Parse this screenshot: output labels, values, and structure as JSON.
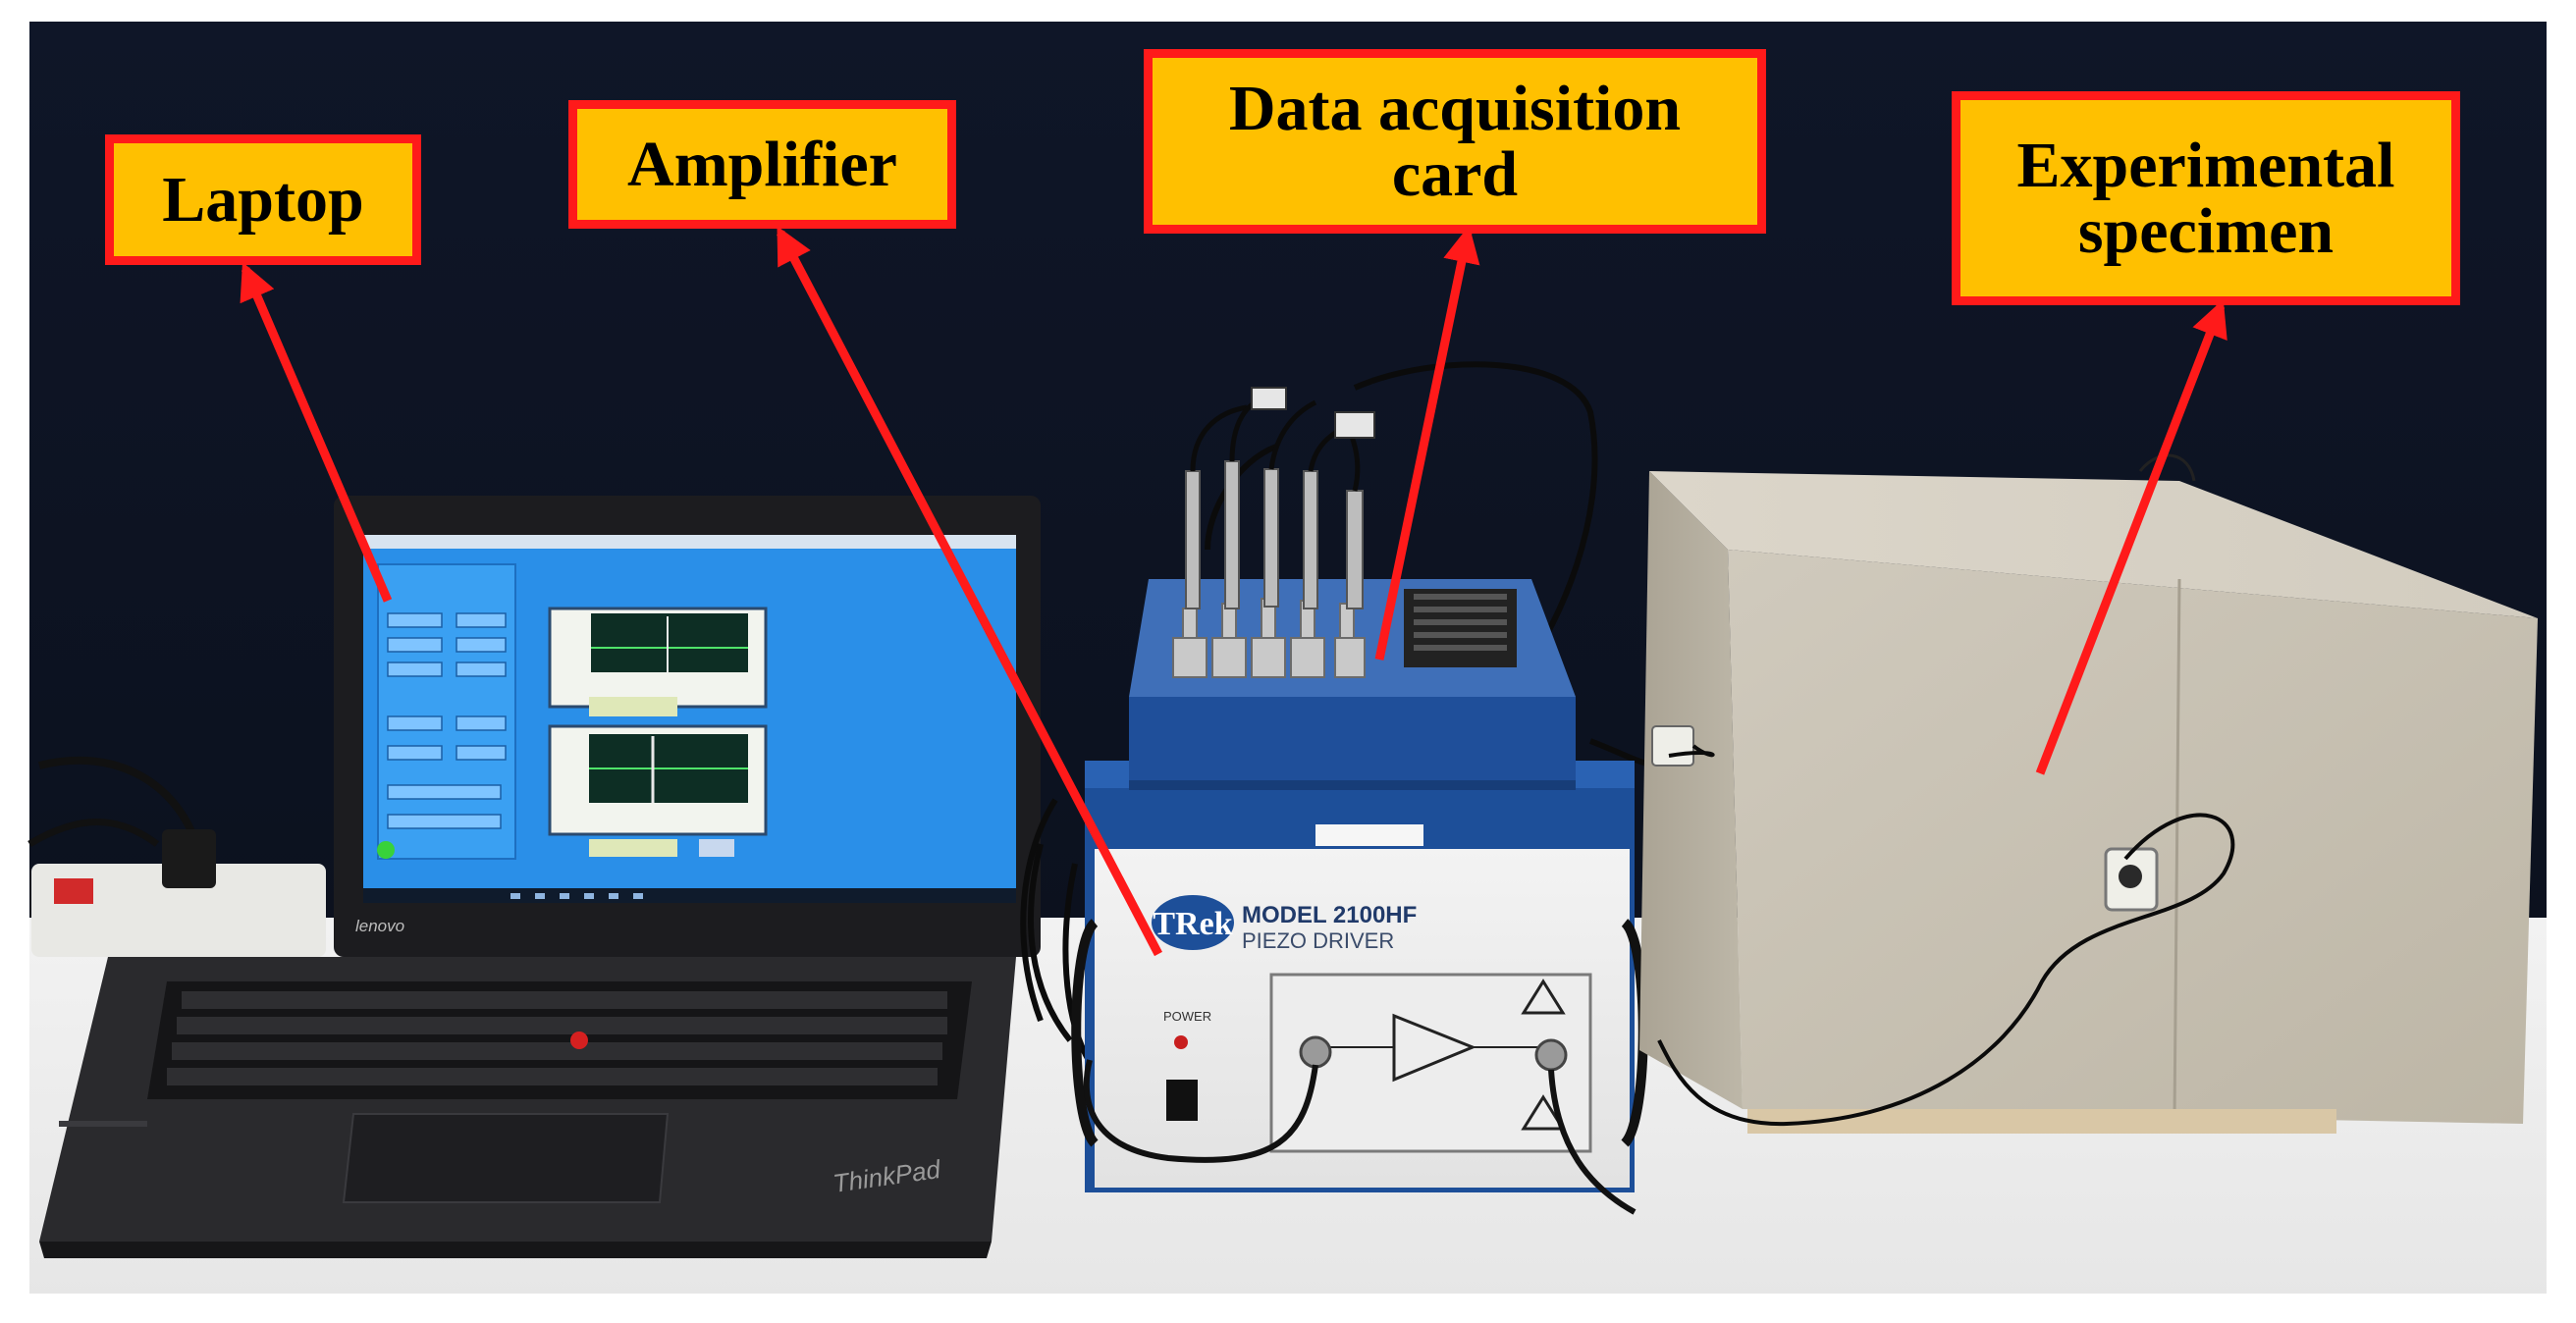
{
  "labels": {
    "laptop": "Laptop",
    "amplifier": "Amplifier",
    "daq": [
      "Data acquisition",
      "card"
    ],
    "specimen": [
      "Experimental",
      "specimen"
    ]
  },
  "amplifier_panel": {
    "brand": "TRek",
    "model": "MODEL 2100HF",
    "subtitle": "PIEZO DRIVER",
    "power": "POWER"
  },
  "laptop_branding": {
    "screen_brand": "lenovo",
    "body_brand": "ThinkPad"
  },
  "colors": {
    "callout_fill": "#ffc000",
    "callout_border": "#ff1a1a",
    "arrow": "#ff1a1a",
    "backdrop": "#0d1422",
    "table": "#eeeeee",
    "laptop_screen": "#2a8fe8",
    "amp_body": "#1d4f99",
    "concrete": "#c9c3b5"
  }
}
